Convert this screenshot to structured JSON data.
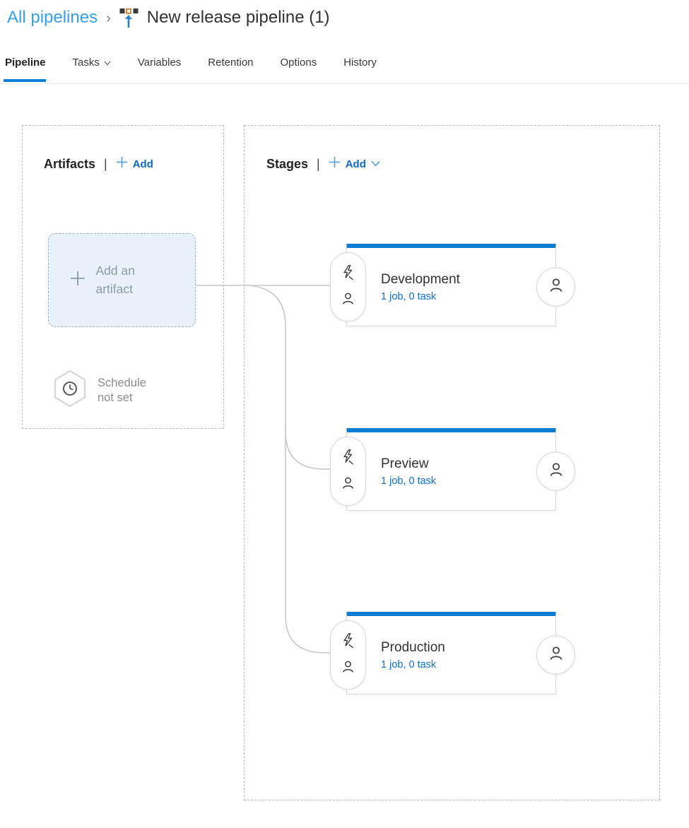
{
  "breadcrumb": {
    "parent_link": "All pipelines",
    "separator": "›",
    "title": "New release pipeline (1)"
  },
  "tabs": {
    "pipeline": "Pipeline",
    "tasks": "Tasks",
    "variables": "Variables",
    "retention": "Retention",
    "options": "Options",
    "history": "History"
  },
  "artifacts": {
    "heading": "Artifacts",
    "divider": "|",
    "add_label": "Add",
    "placeholder_label": "Add an artifact",
    "schedule_label": "Schedule not set"
  },
  "stages": {
    "heading": "Stages",
    "divider": "|",
    "add_label": "Add",
    "cards": [
      {
        "name": "Development",
        "summary": "1 job, 0 task"
      },
      {
        "name": "Preview",
        "summary": "1 job, 0 task"
      },
      {
        "name": "Production",
        "summary": "1 job, 0 task"
      }
    ]
  },
  "icons": {
    "breadcrumb_icon": "release-pipeline-icon",
    "stage_left_icons": [
      "lightning-trigger-icon",
      "person-icon"
    ],
    "stage_right_icon": "person-icon",
    "schedule_icon": "clock-in-hexagon-icon"
  },
  "colors": {
    "accent_blue": "#0b7bd4",
    "breadcrumb_link_blue": "#35a0f0",
    "add_link_blue": "#0d69c8",
    "stage_meta_blue": "#0d6fd4",
    "muted_gray_text": "#8b8b8b",
    "artifact_box_fill": "#e9f1fa"
  }
}
